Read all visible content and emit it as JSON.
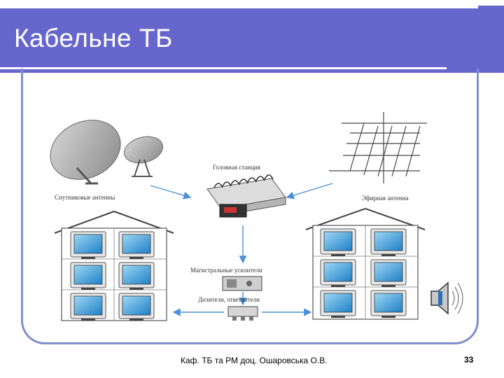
{
  "slide": {
    "title": "Кабельне ТБ",
    "footer": "Каф. ТБ та РМ доц. Ошаровська О.В.",
    "page_number": "33"
  },
  "diagram": {
    "head_station": "Головная станция",
    "satellite_antennas": "Спутниковые антенны",
    "terrestrial_antenna": "Эфирная антенна",
    "trunk_amplifiers": "Магистральные усилители",
    "splitters_taps": "Делители, ответвители"
  },
  "colors": {
    "title_bar": "#6666cc",
    "frame": "#7f8fcc",
    "arrow": "#4a90d9",
    "screen": "#3399dd"
  },
  "icons": {
    "speaker": "speaker-icon"
  }
}
